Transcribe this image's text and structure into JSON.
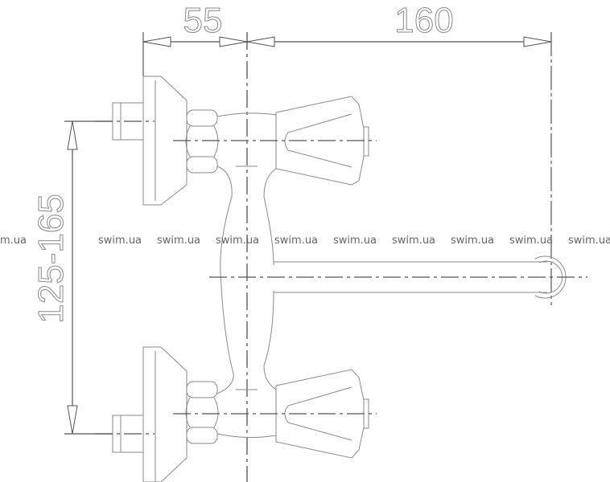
{
  "dimensions": {
    "wall_to_center": "55",
    "spout_reach": "160",
    "inlet_spacing": "125-165"
  },
  "watermark": {
    "text": "swim.ua",
    "partial_first": "m.ua"
  }
}
